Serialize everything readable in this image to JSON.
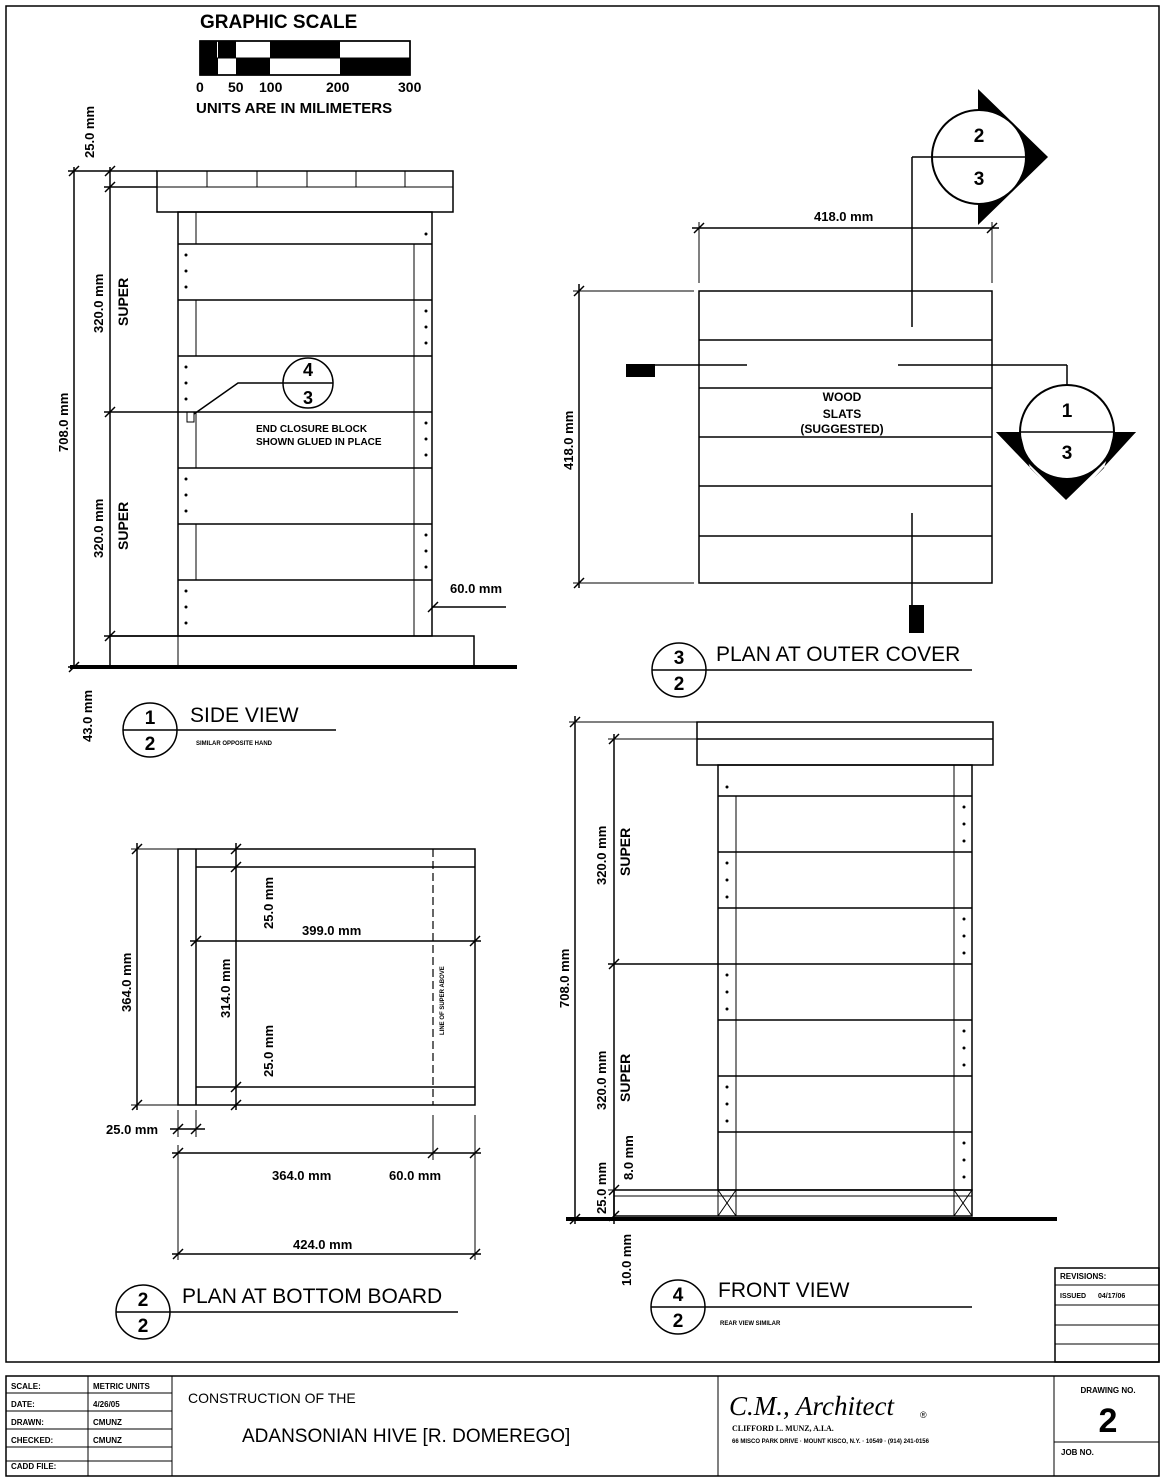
{
  "graphic_scale": {
    "title": "GRAPHIC SCALE",
    "ticks": [
      "0",
      "50",
      "100",
      "200",
      "300"
    ],
    "units_note": "UNITS ARE IN MILIMETERS"
  },
  "side_view": {
    "dims": {
      "top": "25.0 mm",
      "total": "708.0 mm",
      "super_upper": "320.0 mm",
      "super_lower": "320.0 mm",
      "bottom": "43.0 mm",
      "side": "60.0 mm"
    },
    "super_label": "SUPER",
    "note_line1": "END CLOSURE BLOCK",
    "note_line2": "SHOWN GLUED IN PLACE",
    "detail_callout": {
      "top": "4",
      "bottom": "3"
    },
    "title": "SIDE VIEW",
    "subtitle": "SIMILAR OPPOSITE HAND",
    "bubble": {
      "top": "1",
      "bottom": "2"
    }
  },
  "plan_outer_cover": {
    "dims": {
      "width": "418.0 mm",
      "depth": "418.0 mm"
    },
    "note_line1": "WOOD",
    "note_line2": "SLATS",
    "note_line3": "(SUGGESTED)",
    "section_a": {
      "top": "2",
      "bottom": "3"
    },
    "section_b": {
      "top": "1",
      "bottom": "3"
    },
    "title": "PLAN AT OUTER COVER",
    "bubble": {
      "top": "3",
      "bottom": "2"
    }
  },
  "plan_bottom_board": {
    "dims": {
      "depth": "364.0 mm",
      "inner_depth": "314.0 mm",
      "cleat_top": "25.0 mm",
      "cleat_bottom": "25.0 mm",
      "inner_width": "399.0 mm",
      "left_cleat": "25.0 mm",
      "width_a": "364.0 mm",
      "width_b": "60.0 mm",
      "total_width": "424.0 mm"
    },
    "super_line_note": "LINE OF SUPER ABOVE",
    "title": "PLAN AT BOTTOM BOARD",
    "bubble": {
      "top": "2",
      "bottom": "2"
    }
  },
  "front_view": {
    "dims": {
      "total": "708.0 mm",
      "super_upper": "320.0 mm",
      "super_lower": "320.0 mm",
      "entrance": "8.0 mm",
      "base": "25.0 mm",
      "bottom": "10.0 mm"
    },
    "super_label": "SUPER",
    "title": "FRONT VIEW",
    "subtitle": "REAR VIEW SIMILAR",
    "bubble": {
      "top": "4",
      "bottom": "2"
    }
  },
  "revisions": {
    "header": "REVISIONS:",
    "rows": [
      {
        "label": "ISSUED",
        "date": "04/17/06"
      }
    ]
  },
  "title_block": {
    "fields": [
      {
        "label": "SCALE:",
        "value": "METRIC UNITS"
      },
      {
        "label": "DATE:",
        "value": "4/26/05"
      },
      {
        "label": "DRAWN:",
        "value": "CMUNZ"
      },
      {
        "label": "CHECKED:",
        "value": "CMUNZ"
      },
      {
        "label": "CADD FILE:",
        "value": ""
      }
    ],
    "project_line1": "CONSTRUCTION OF THE",
    "project_line2": "ADANSONIAN HIVE [R. DOMEREGO]",
    "firm_name": "C.M., Architect",
    "registered_mark": "®",
    "firm_person": "CLIFFORD L. MUNZ, A.I.A.",
    "firm_address": "66 MISCO PARK DRIVE  ·  MOUNT KISCO, N.Y. · 10549  ·  (914) 241-0156",
    "drawing_no_label": "DRAWING NO.",
    "drawing_no": "2",
    "job_no_label": "JOB NO."
  }
}
